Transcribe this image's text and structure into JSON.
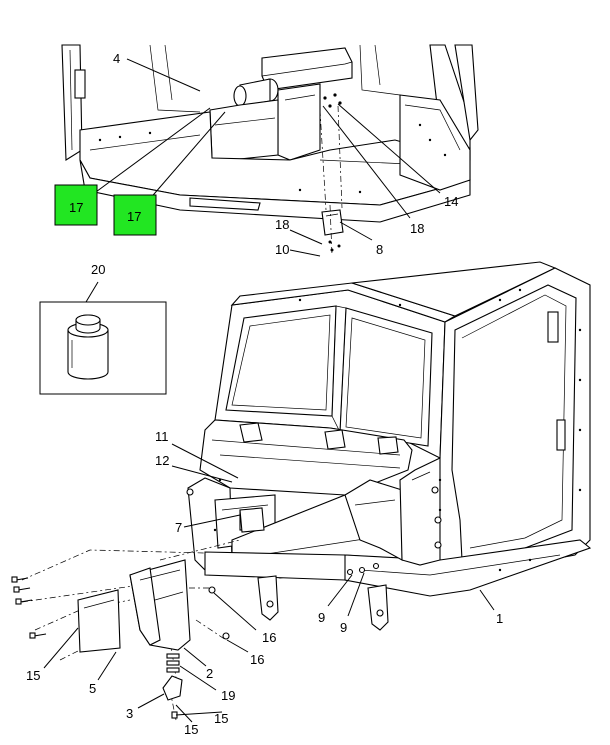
{
  "callouts": {
    "c4": "4",
    "c17a": "17",
    "c17b": "17",
    "c14": "14",
    "c18a": "18",
    "c18b": "18",
    "c10": "10",
    "c8": "8",
    "c20": "20",
    "c11": "11",
    "c12": "12",
    "c7": "7",
    "c16a": "16",
    "c16b": "16",
    "c9a": "9",
    "c9b": "9",
    "c1": "1",
    "c15a": "15",
    "c5": "5",
    "c2": "2",
    "c19": "19",
    "c3": "3",
    "c15b": "15",
    "c15c": "15"
  },
  "highlight_color": "#22e622"
}
